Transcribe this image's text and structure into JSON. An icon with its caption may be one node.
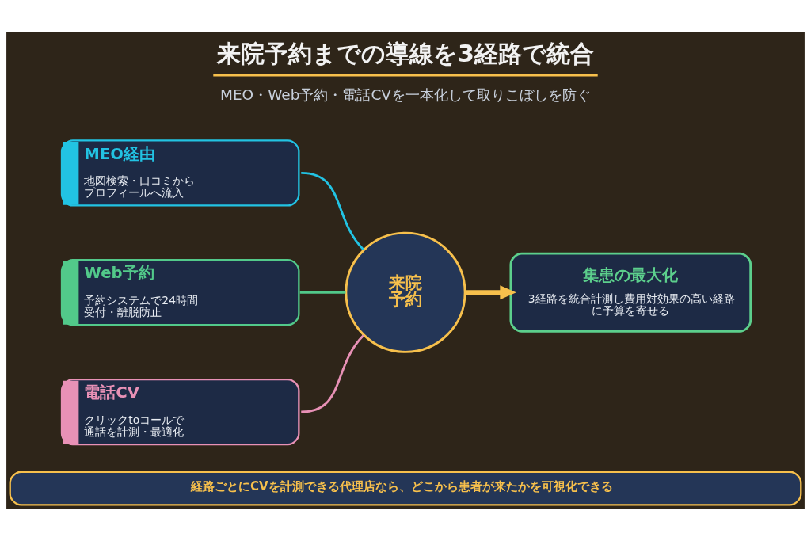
{
  "diagram": {
    "title": "来院予約までの導線を3経路で統合",
    "nodes": [
      {
        "text": [
          "MEO経由",
          "地図検索・口コミからプロフィールへ流入"
        ]
      },
      {
        "text": [
          "Web予約",
          "予約システムで24時間受付・離脱防止"
        ]
      },
      {
        "text": [
          "電話CV",
          "クリックtoコールで通話を計測・最適化"
        ]
      },
      {
        "text": [
          "来院予約"
        ]
      },
      {
        "text": [
          "集患の最大化",
          "3経路を統合計測し費用対効果の高い経路に予算を寄せる"
        ]
      },
      {
        "text": [
          "経路ごとにCVを計測できる代理店なら、どこから患者が来たかを可視化できる"
        ]
      }
    ],
    "edges": [
      {
        "from": 0,
        "to": 3,
        "arrow": "none",
        "color": "#22c3e3"
      },
      {
        "from": 1,
        "to": 3,
        "arrow": "none",
        "color": "#52c98a"
      },
      {
        "from": 2,
        "to": 3,
        "arrow": "none",
        "color": "#e891b6"
      },
      {
        "from": 3,
        "to": 4,
        "arrow": "to",
        "style": "thick",
        "color": "#f7c04c"
      }
    ],
    "labels": [
      "MEO・Web予約・電話CVを一本化して取りこぼしを防ぐ"
    ]
  }
}
